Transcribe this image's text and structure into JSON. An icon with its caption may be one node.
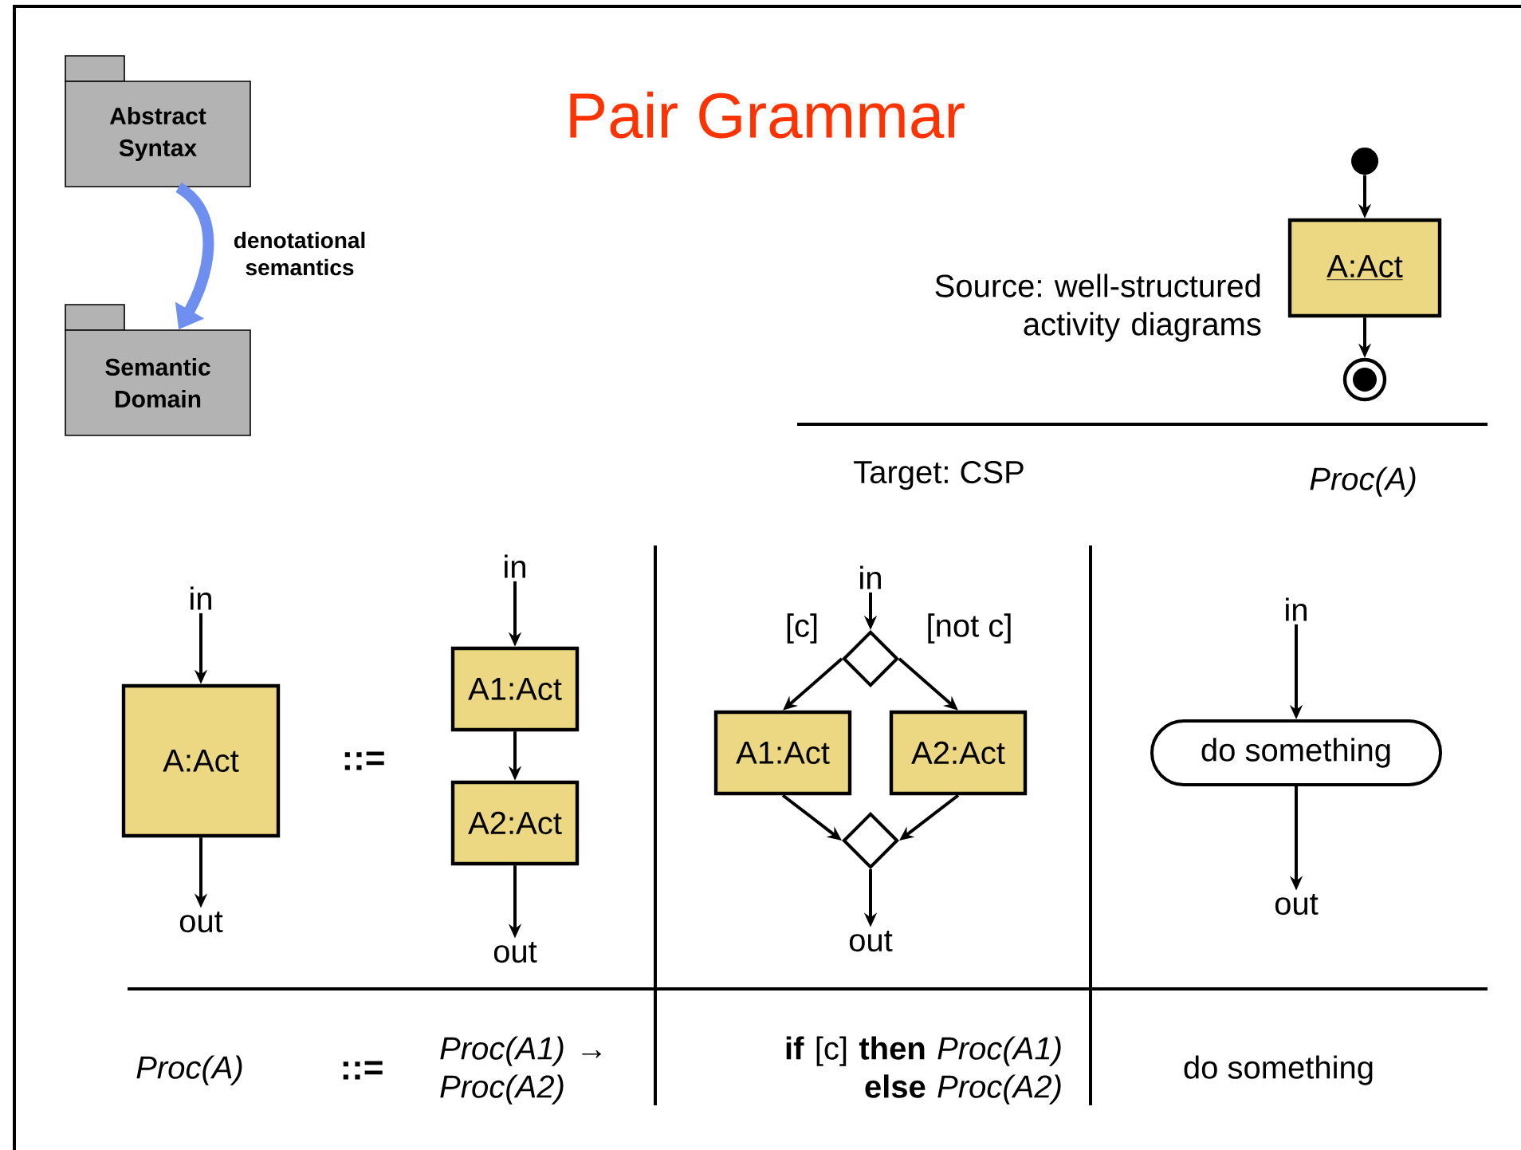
{
  "diagram": {
    "title": "Pair Grammar",
    "nodes": [
      {
        "text": [
          "Abstract Syntax"
        ]
      },
      {
        "text": [
          "Semantic Domain"
        ]
      },
      {
        "text": [],
        "shape": "circle"
      },
      {
        "text": [
          "A:Act"
        ]
      },
      {
        "text": [],
        "shape": "circle"
      },
      {
        "text": [
          "in"
        ]
      },
      {
        "text": [
          "A:Act"
        ]
      },
      {
        "text": [
          "out"
        ]
      },
      {
        "text": [
          "in"
        ]
      },
      {
        "text": [
          "A1:Act"
        ]
      },
      {
        "text": [
          "A2:Act"
        ]
      },
      {
        "text": [
          "out"
        ]
      },
      {
        "text": [
          "in"
        ]
      },
      {
        "text": [],
        "shape": "diamond"
      },
      {
        "text": [
          "A1:Act"
        ]
      },
      {
        "text": [
          "A2:Act"
        ]
      },
      {
        "text": [],
        "shape": "diamond"
      },
      {
        "text": [
          "out"
        ]
      },
      {
        "text": [
          "in"
        ]
      },
      {
        "text": [
          "do something"
        ]
      },
      {
        "text": [
          "out"
        ]
      }
    ],
    "edges": [
      {
        "from": 0,
        "to": 1,
        "arrow": "to",
        "label": "denotational semantics",
        "style": "thick",
        "color": "#6f8ff0"
      },
      {
        "from": 2,
        "to": 3,
        "arrow": "to"
      },
      {
        "from": 3,
        "to": 4,
        "arrow": "to"
      },
      {
        "from": 5,
        "to": 6,
        "arrow": "to"
      },
      {
        "from": 6,
        "to": 7,
        "arrow": "to"
      },
      {
        "from": 8,
        "to": 9,
        "arrow": "to"
      },
      {
        "from": 9,
        "to": 10,
        "arrow": "to"
      },
      {
        "from": 10,
        "to": 11,
        "arrow": "to"
      },
      {
        "from": 12,
        "to": 13,
        "arrow": "to"
      },
      {
        "from": 13,
        "to": 14,
        "arrow": "to",
        "label": "[c]"
      },
      {
        "from": 13,
        "to": 15,
        "arrow": "to",
        "label": "[not c]"
      },
      {
        "from": 14,
        "to": 16,
        "arrow": "to"
      },
      {
        "from": 15,
        "to": 16,
        "arrow": "to"
      },
      {
        "from": 16,
        "to": 17,
        "arrow": "to"
      },
      {
        "from": 18,
        "to": 19,
        "arrow": "to"
      },
      {
        "from": 19,
        "to": 20,
        "arrow": "to"
      }
    ],
    "labels": [
      "Source: well-structured activity diagrams",
      "Target: CSP",
      "Proc(A)",
      "::=",
      "Proc(A)",
      "::=",
      "*Proc(A1)* → *Proc(A2)*",
      "**if** [c] **then** *Proc(A1)* **else** *Proc(A2)*",
      "do something"
    ]
  }
}
